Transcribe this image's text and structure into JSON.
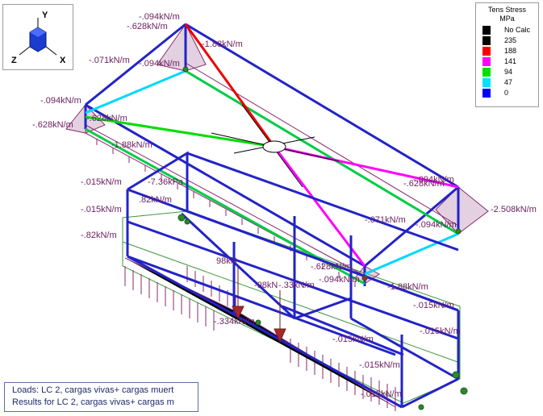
{
  "axes": {
    "y": "Y",
    "z": "Z",
    "x": "X"
  },
  "legend": {
    "title_line1": "Tens Stress",
    "title_line2": "MPa",
    "entries": [
      {
        "label": "No Calc",
        "color": "#000000"
      },
      {
        "label": "235",
        "color": "#000000"
      },
      {
        "label": "188",
        "color": "#ff0000"
      },
      {
        "label": "141",
        "color": "#ff00ff"
      },
      {
        "label": "94",
        "color": "#00e000"
      },
      {
        "label": "47",
        "color": "#00e0ff"
      },
      {
        "label": "0",
        "color": "#0000ff"
      }
    ]
  },
  "status": {
    "loads": "Loads: LC 2, cargas vivas+ cargas  muert",
    "results": "Results for LC 2, cargas vivas+ cargas  m"
  },
  "load_labels": [
    "-.094kN/m",
    "-.628kN/m",
    "-1.88kN/m",
    "-.071kN/m",
    "-.094kN/m",
    "-.094kN/m",
    "-.628kN/m",
    "-.628kN/m",
    "-1.88kN/m",
    "-.015kN/m",
    "-7.36kPa",
    "-.015kN/m",
    ".82kN/m",
    "-.82kN/m",
    "-.094kN/m",
    "-.628kN/m",
    "-2.508kN/m",
    "-.071kN/m",
    "-.094kN/m",
    "-.628kN/m",
    "-.094kN/m",
    "-1.88kN/m",
    "-.015kN/m",
    "-.015kN/m",
    "-.015kN/m",
    "-.015kN/m",
    "-.015kN/m",
    "98kN",
    "-98kN",
    "-.334kN/m",
    "-.33kN/m"
  ],
  "colors": {
    "frame": "#2323c8",
    "load": "#8a2a6f",
    "ground": "#2c8a2c"
  }
}
